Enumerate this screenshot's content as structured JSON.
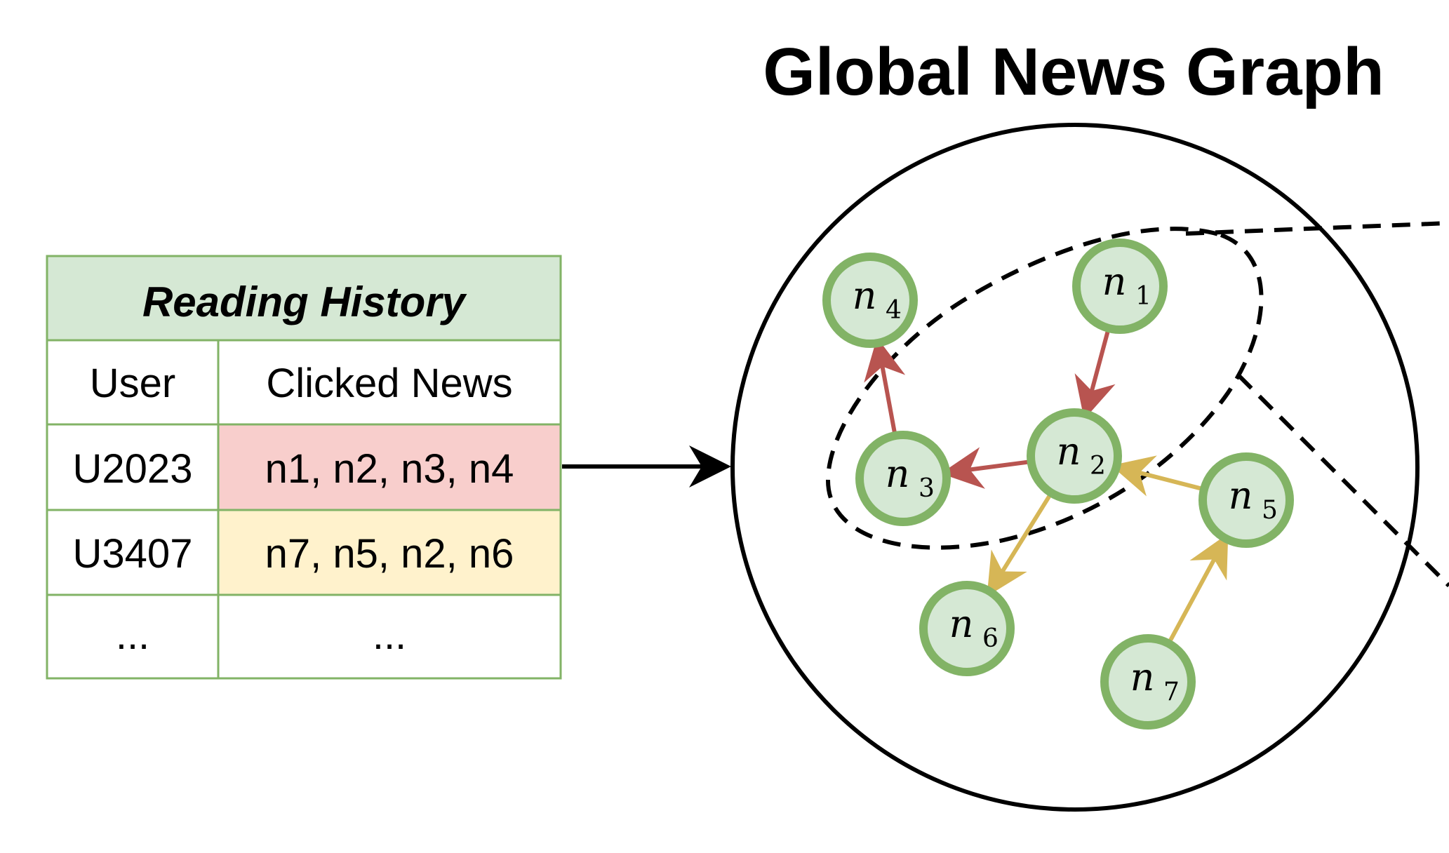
{
  "title": "Global News Graph",
  "table": {
    "header": "Reading History",
    "columns": [
      "User",
      "Clicked News"
    ],
    "rows": [
      {
        "user": "U2023",
        "news": "n1, n2, n3, n4",
        "highlight": "#f8cecc"
      },
      {
        "user": "U3407",
        "news": "n7, n5, n2, n6",
        "highlight": "#fff2cc"
      },
      {
        "user": "...",
        "news": "...",
        "highlight": "#ffffff"
      }
    ]
  },
  "graph": {
    "nodes": [
      {
        "id": "n1",
        "base": "n",
        "sub": "1"
      },
      {
        "id": "n2",
        "base": "n",
        "sub": "2"
      },
      {
        "id": "n3",
        "base": "n",
        "sub": "3"
      },
      {
        "id": "n4",
        "base": "n",
        "sub": "4"
      },
      {
        "id": "n5",
        "base": "n",
        "sub": "5"
      },
      {
        "id": "n6",
        "base": "n",
        "sub": "6"
      },
      {
        "id": "n7",
        "base": "n",
        "sub": "7"
      }
    ],
    "edges": [
      {
        "from": "n1",
        "to": "n2",
        "user": "U2023"
      },
      {
        "from": "n2",
        "to": "n3",
        "user": "U2023"
      },
      {
        "from": "n3",
        "to": "n4",
        "user": "U2023"
      },
      {
        "from": "n7",
        "to": "n5",
        "user": "U3407"
      },
      {
        "from": "n5",
        "to": "n2",
        "user": "U3407"
      },
      {
        "from": "n2",
        "to": "n6",
        "user": "U3407"
      }
    ]
  },
  "colors": {
    "table_border": "#82b366",
    "table_header_fill": "#d5e8d4",
    "node_fill": "#d5e8d4",
    "node_stroke": "#82b366",
    "edge_u2023": "#b85450",
    "edge_u3407": "#d6b656",
    "line": "#000000"
  }
}
